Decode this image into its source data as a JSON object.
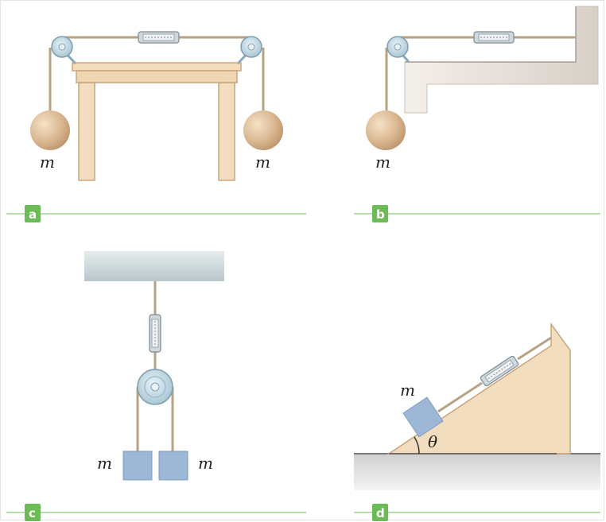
{
  "panels": {
    "a": {
      "tag": "a",
      "mass_left": "m",
      "mass_right": "m"
    },
    "b": {
      "tag": "b",
      "mass": "m"
    },
    "c": {
      "tag": "c",
      "mass_left": "m",
      "mass_right": "m"
    },
    "d": {
      "tag": "d",
      "mass": "m",
      "angle": "θ"
    }
  },
  "colors": {
    "tag_green": "#6dbb57",
    "rule_green": "#9fd28f",
    "wood": "#f2ddbe",
    "wood_edge": "#c9a57c",
    "ball": "#d9b690",
    "block": "#9db7d6",
    "pulley": "#bcd7e6",
    "rope": "#b9a184",
    "ceiling": "#cfd9dc",
    "ground": "#d9d9d9"
  },
  "icons": [
    "pulley-icon",
    "spring-scale-icon"
  ]
}
